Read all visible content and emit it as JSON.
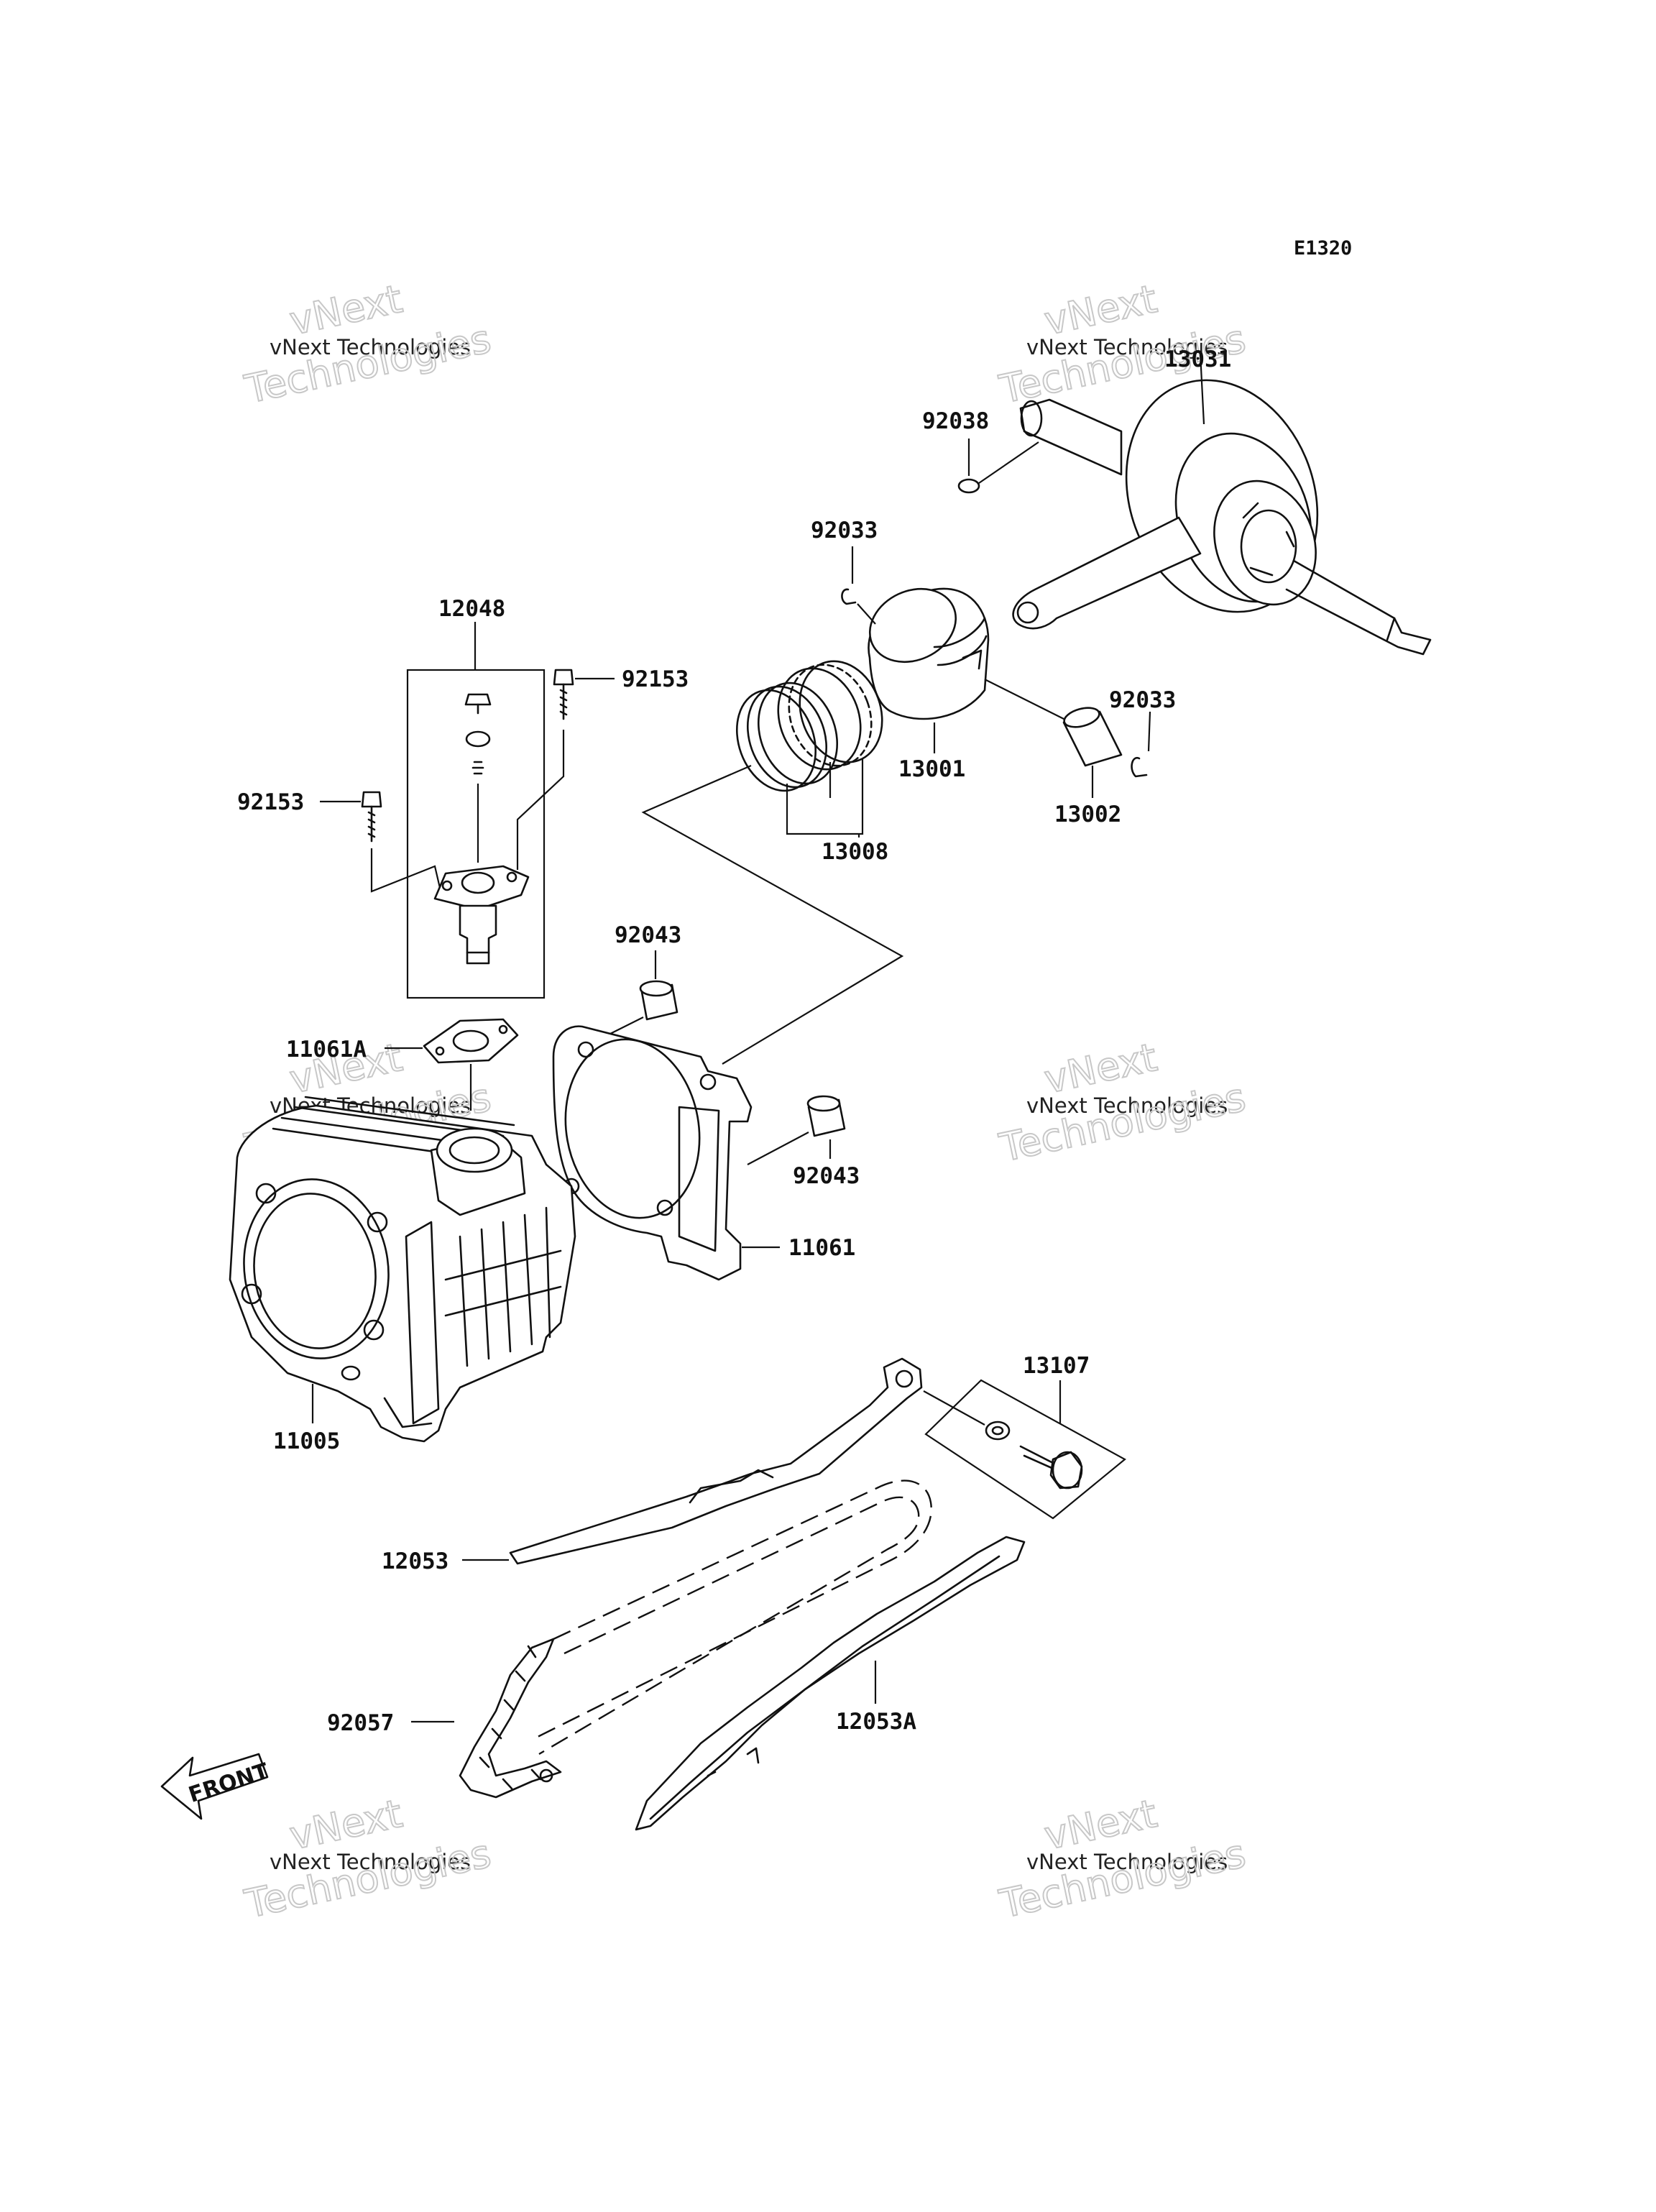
{
  "diagram_code": "E1320",
  "watermark": {
    "line1": "vNext Technologies",
    "line2": "vNext",
    "line3": "Technologies"
  },
  "front_label": "FRONT",
  "callouts": {
    "c13031": "13031",
    "c92038": "92038",
    "c92033a": "92033",
    "c92033b": "92033",
    "c12048": "12048",
    "c92153a": "92153",
    "c92153b": "92153",
    "c13001": "13001",
    "c13002": "13002",
    "c13008": "13008",
    "c92043a": "92043",
    "c92043b": "92043",
    "c11061a": "11061A",
    "c11061": "11061",
    "c11005": "11005",
    "c13107": "13107",
    "c12053": "12053",
    "c12053a": "12053A",
    "c92057": "92057"
  },
  "colors": {
    "ink": "#111111",
    "watermark": "#c8c8c8",
    "background": "#ffffff"
  }
}
